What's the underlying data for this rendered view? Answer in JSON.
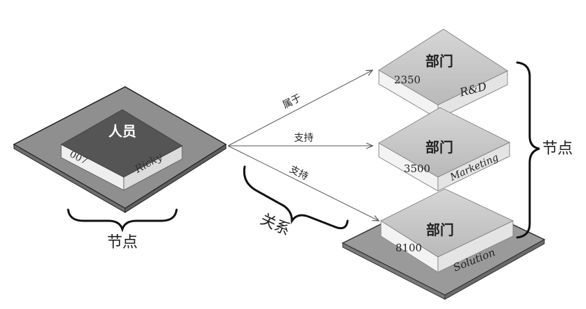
{
  "nodes": {
    "person": {
      "title": "人员",
      "id": "007",
      "name": "Ricky"
    },
    "dept_rd": {
      "title": "部门",
      "id": "2350",
      "name": "R&D"
    },
    "dept_marketing": {
      "title": "部门",
      "id": "3500",
      "name": "Marketing"
    },
    "dept_solution": {
      "title": "部门",
      "id": "8100",
      "name": "Solution"
    }
  },
  "edges": {
    "belongs_to": "属于",
    "supports_1": "支持",
    "supports_2": "支持"
  },
  "annotations": {
    "left_node_label": "节点",
    "right_node_label": "节点",
    "relation_label": "关系"
  },
  "colors": {
    "person_top": "#555555",
    "person_base": "#8f8f8f",
    "dept_top": "#c8c8c8",
    "solution_base": "#9a9a9a"
  }
}
